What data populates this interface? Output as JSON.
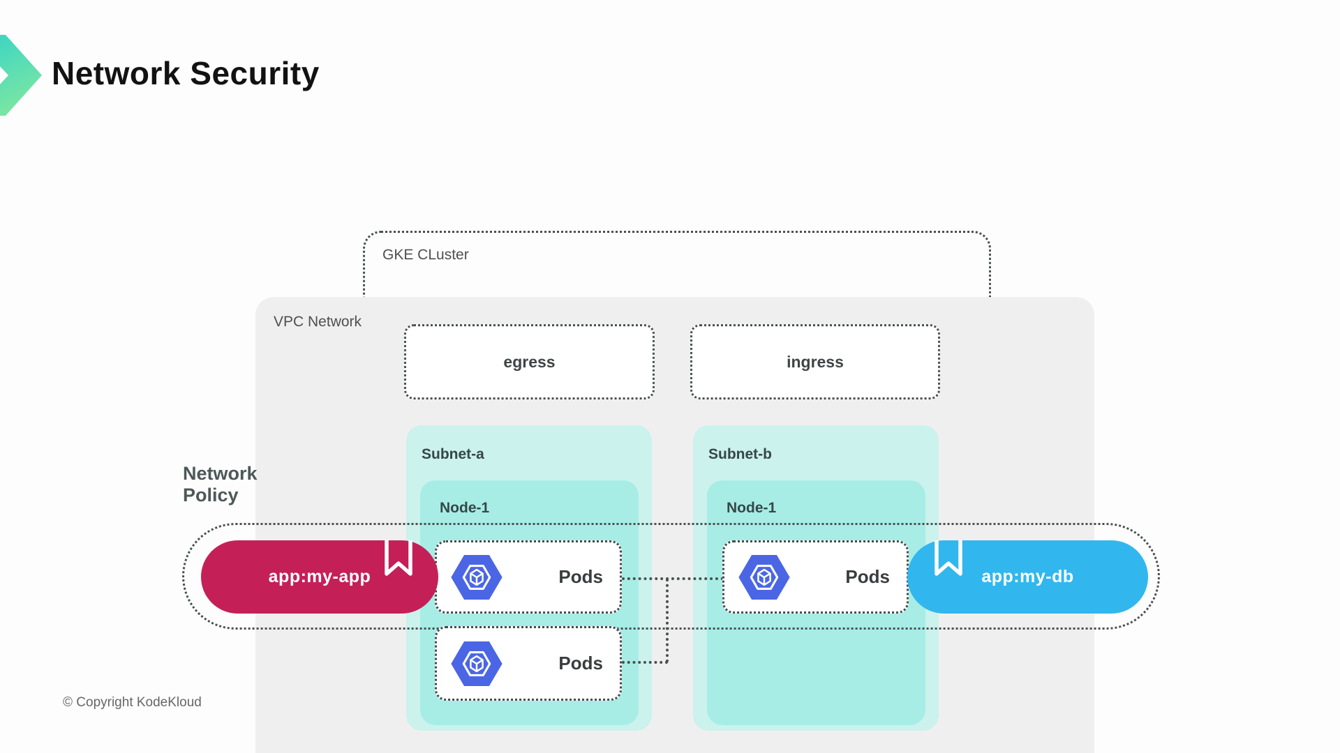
{
  "slide": {
    "title": "Network Security",
    "copyright": "© Copyright KodeKloud"
  },
  "diagram": {
    "gke_cluster_label": "GKE CLuster",
    "vpc_label": "VPC Network",
    "egress_label": "egress",
    "ingress_label": "ingress",
    "network_policy_label_line1": "Network",
    "network_policy_label_line2": "Policy",
    "subnet_a": {
      "label": "Subnet-a",
      "node_label": "Node-1"
    },
    "subnet_b": {
      "label": "Subnet-b",
      "node_label": "Node-1"
    },
    "pods": [
      {
        "label": "Pods",
        "icon": "gke-hexagon-icon"
      },
      {
        "label": "Pods",
        "icon": "gke-hexagon-icon"
      },
      {
        "label": "Pods",
        "icon": "gke-hexagon-icon"
      }
    ],
    "app_pill": {
      "label": "app:my-app",
      "icon": "bookmark-icon"
    },
    "db_pill": {
      "label": "app:my-db",
      "icon": "bookmark-icon"
    },
    "colors": {
      "pill_app": "#c42057",
      "pill_db": "#31b7ee",
      "subnet": "#cbf2ed",
      "node": "#a7ede6",
      "vpc": "#f0eff0",
      "dots": "#4a5050",
      "hexagon": "#4b66e5",
      "logo_teal": "#35d3c8",
      "logo_green": "#79e6a3"
    }
  }
}
